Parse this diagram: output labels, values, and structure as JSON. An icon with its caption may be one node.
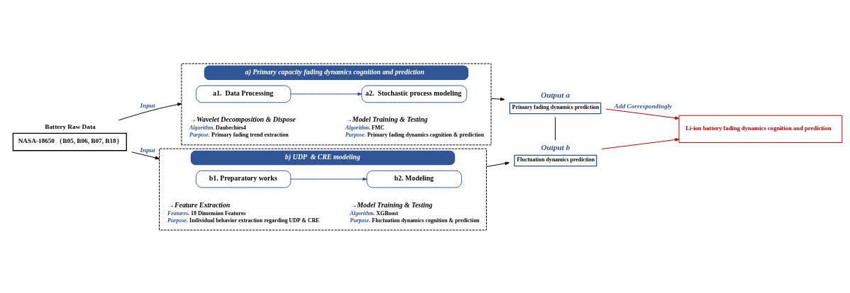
{
  "diagram": {
    "nodes": [
      {
        "text": [
          "a) Primary capacity fading dynamics cognition and prediction"
        ]
      },
      {
        "text": [
          "a1.  Data Processing"
        ],
        "in": 0,
        "beside": [
          "→Wavelet Decomposition & Dispose",
          "*Algorithm.* Daubechies4",
          "*Purpose.* Primary fading trend extraction"
        ]
      },
      {
        "text": [
          "a2.  Stochastic process modeling"
        ],
        "in": 0,
        "beside": [
          "→Model Training & Testing",
          "*Algorithm.* FMC",
          "*Purpose.* Primary fading dynamics cognition & prediction"
        ]
      },
      {
        "text": [
          "b) UDP  & CRE modeling"
        ]
      },
      {
        "text": [
          "b1. Preparatory works"
        ],
        "in": 3,
        "beside": [
          "→Feature Extraction",
          "*Features.* 18 Dimension Features",
          "*Purpose.* Individual behavior extraction regarding UDP & CRE"
        ]
      },
      {
        "text": [
          "b2. Modeling"
        ],
        "in": 3,
        "beside": [
          "→Model Training & Testing",
          "*Algorithm.* XGBoost",
          "*Purpose.* Fluctuation dynamics cognition & prediction"
        ]
      },
      {
        "text": [
          "Battery Raw Data",
          "NASA-18650 （B05, B06, B07, B18）"
        ]
      },
      {
        "text": [
          "Primary fading dynamics prediction"
        ],
        "beside": [
          "Output a"
        ]
      },
      {
        "text": [
          "Fluctuation dynamics prediction"
        ],
        "beside": [
          "Output b"
        ]
      },
      {
        "text": [
          "Li-ion battery fading dynamics cognition and prediction"
        ]
      }
    ],
    "edges": [
      {
        "from": 6,
        "to": 0,
        "arrow": "to",
        "label": "Input"
      },
      {
        "from": 6,
        "to": 3,
        "arrow": "to",
        "label": "Input"
      },
      {
        "from": 1,
        "to": 2,
        "arrow": "to",
        "color": "#2f5597"
      },
      {
        "from": 4,
        "to": 5,
        "arrow": "to",
        "color": "#2f5597"
      },
      {
        "from": 0,
        "to": 7,
        "arrow": "to"
      },
      {
        "from": 3,
        "to": 8,
        "arrow": "to"
      },
      {
        "from": 7,
        "to": 8,
        "arrow": "none"
      },
      {
        "from": 7,
        "to": 9,
        "arrow": "to",
        "color": "#c00000",
        "label": "Add Correspondingly"
      },
      {
        "from": 8,
        "to": 9,
        "arrow": "to",
        "color": "#c00000"
      }
    ]
  }
}
